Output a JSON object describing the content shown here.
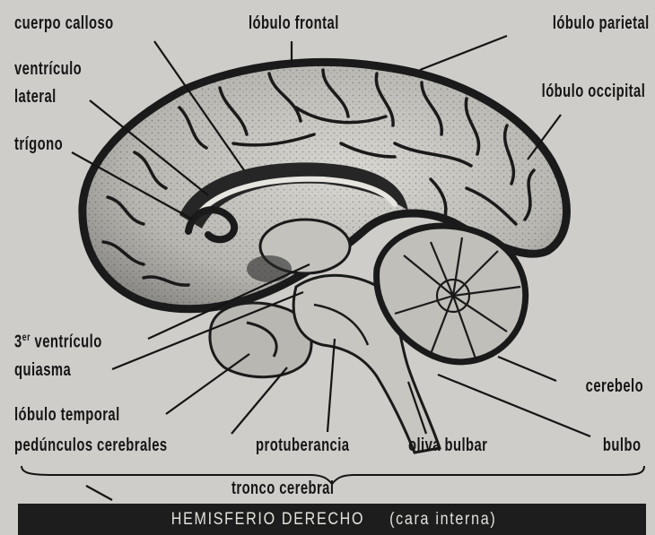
{
  "labels": {
    "cuerpo_calloso": "cuerpo calloso",
    "lobulo_frontal": "lóbulo frontal",
    "lobulo_parietal": "lóbulo parietal",
    "ventriculo_lateral_1": "ventrículo",
    "ventriculo_lateral_2": "lateral",
    "lobulo_occipital": "lóbulo occipital",
    "trigono": "trígono",
    "tercer_ventriculo_num": "3",
    "tercer_ventriculo_sup": "er",
    "tercer_ventriculo_word": " ventrículo",
    "quiasma": "quiasma",
    "cerebelo": "cerebelo",
    "lobulo_temporal": "lóbulo temporal",
    "pedunculos_cerebrales": "pedúnculos cerebrales",
    "protuberancia": "protuberancia",
    "oliva_bulbar": "oliva bulbar",
    "bulbo": "bulbo",
    "tronco_cerebral": "tronco cerebral"
  },
  "caption": {
    "main": "HEMISFERIO DERECHO",
    "sub": "(cara interna)"
  },
  "colors": {
    "background": "#cfcdc9",
    "ink": "#151515",
    "caption_bg": "#1d1d1d",
    "caption_text": "#e4e2dc"
  }
}
